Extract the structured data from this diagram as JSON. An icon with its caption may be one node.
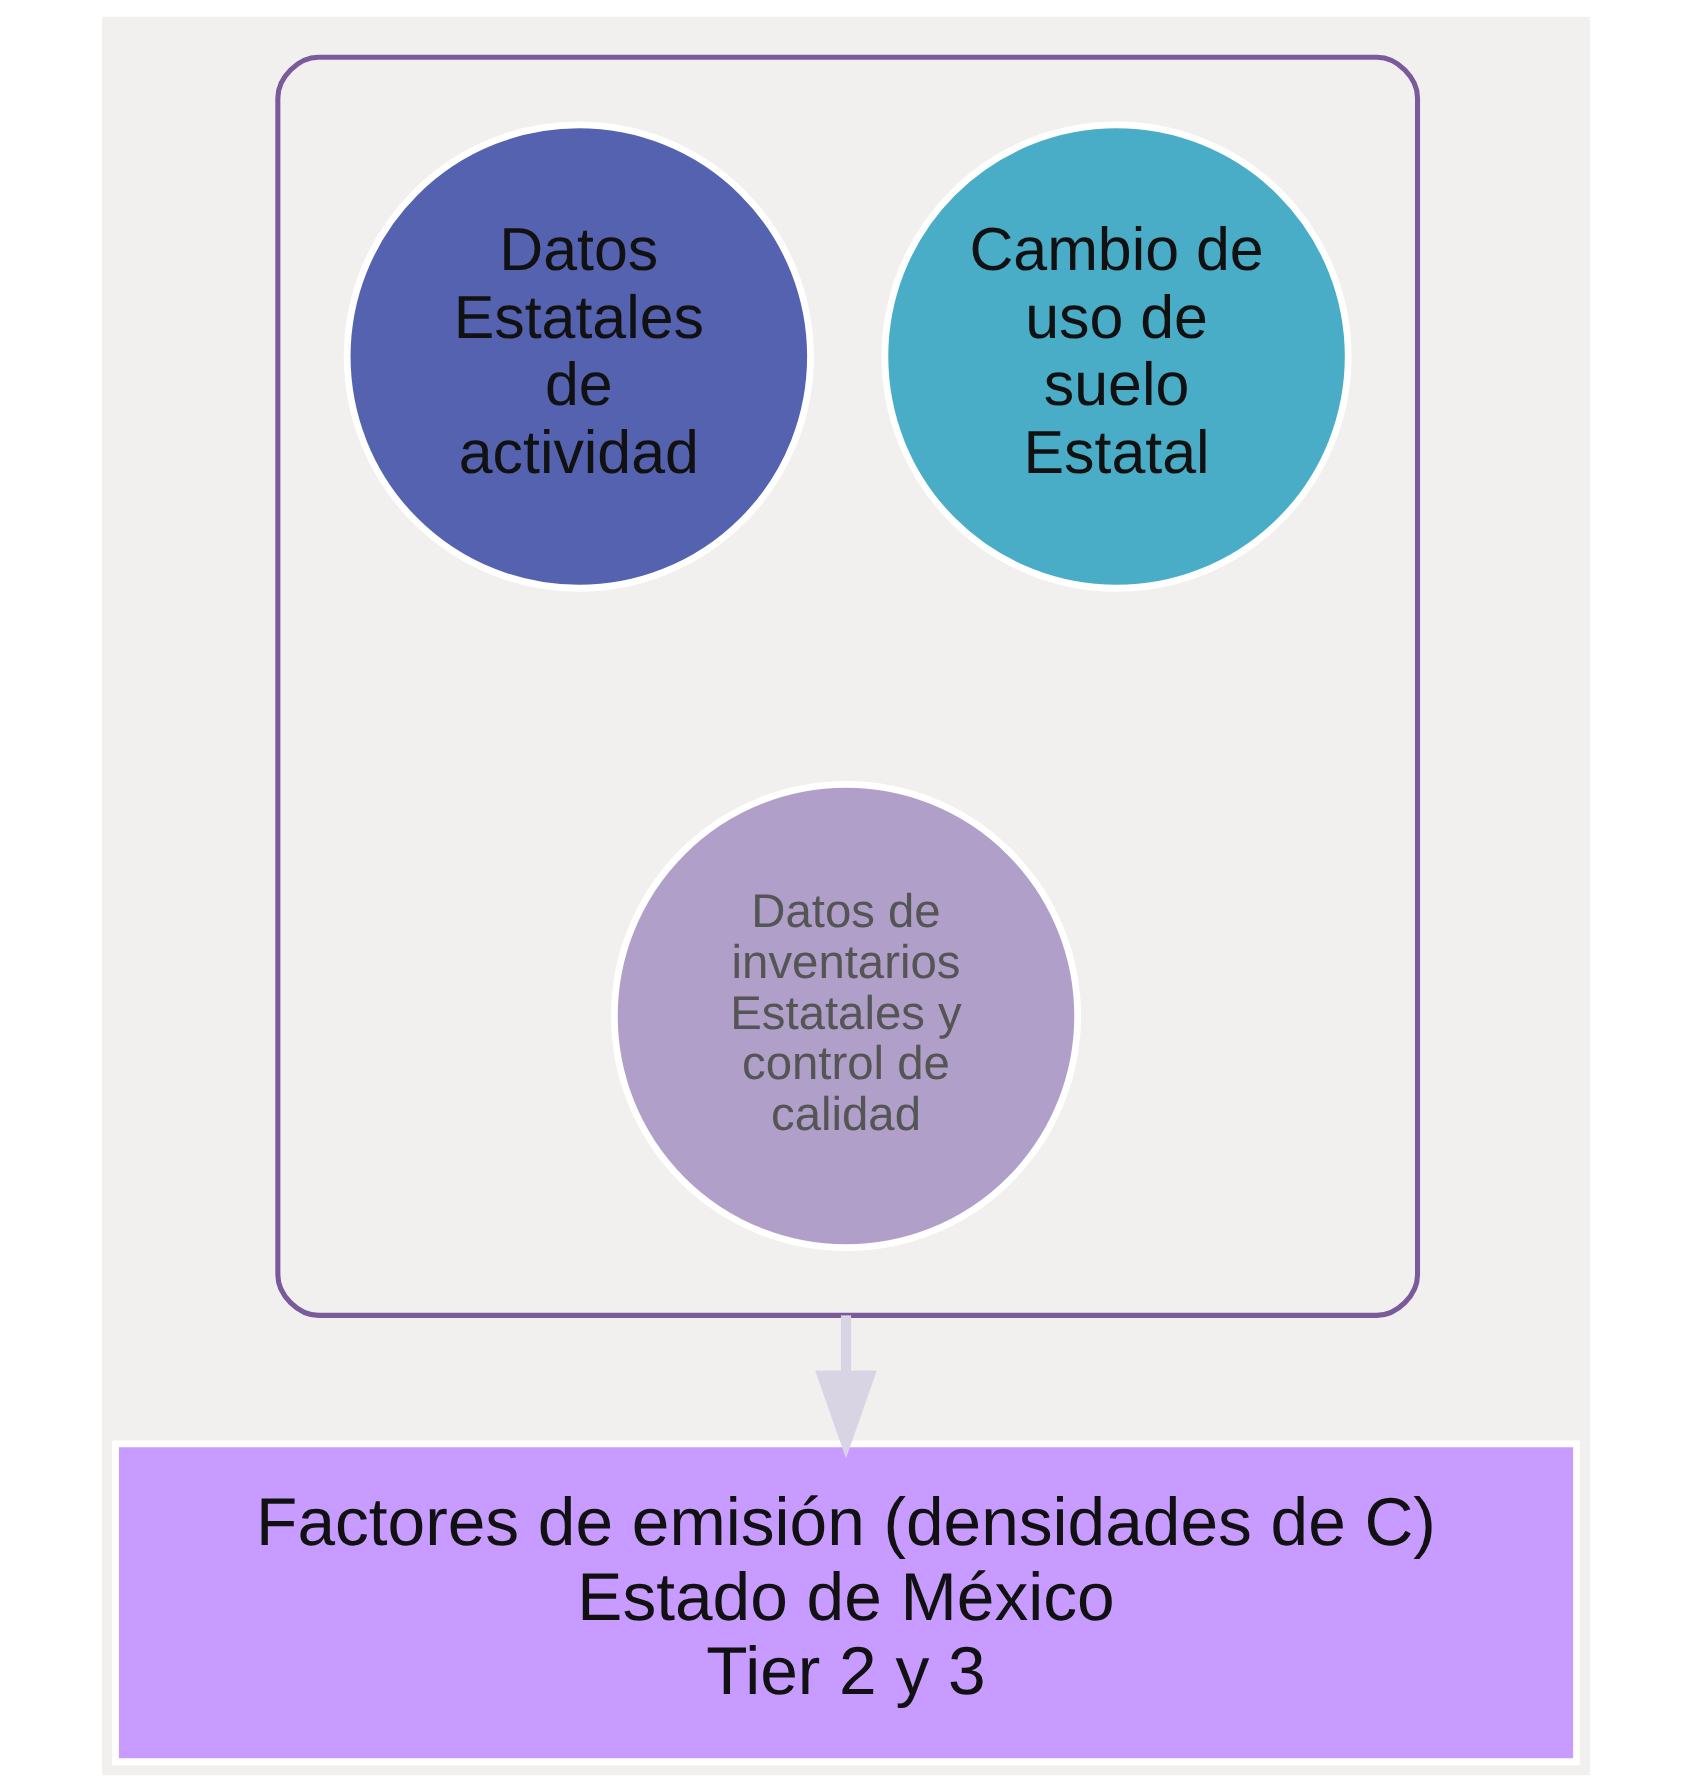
{
  "diagram": {
    "nodes": [
      {
        "text": [],
        "shape": "funnel"
      },
      {
        "text": [
          "Datos Estatales de actividad"
        ],
        "in": 0
      },
      {
        "text": [
          "Cambio de uso de suelo Estatal"
        ],
        "in": 0
      },
      {
        "text": [
          "Datos de inventarios Estatales y control de calidad"
        ],
        "in": 0
      },
      {
        "text": [
          "Factores de emisión (densidades de C)",
          "Estado de México",
          "Tier 2 y 3"
        ]
      }
    ],
    "edges": [
      {
        "from": 0,
        "to": 4,
        "arrow": "to",
        "color": "#d8d4e4"
      }
    ]
  }
}
